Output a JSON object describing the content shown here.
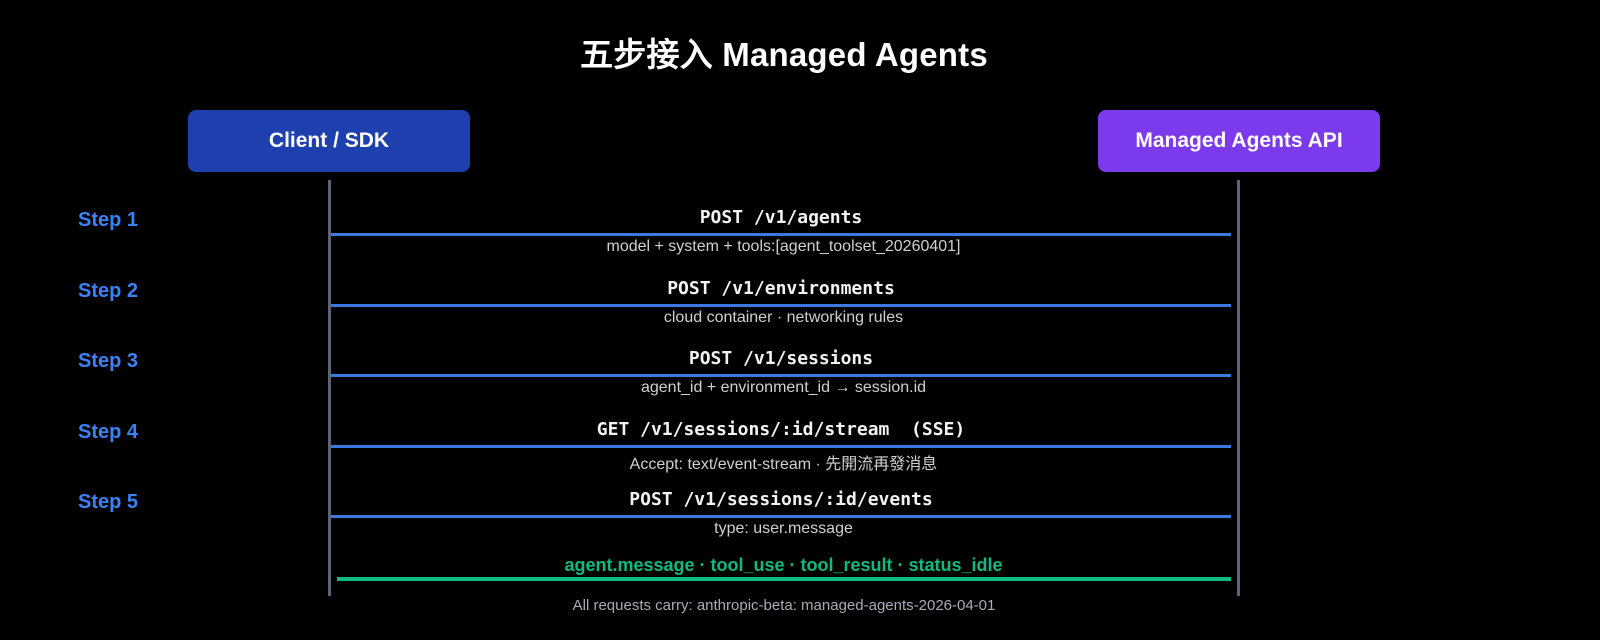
{
  "title": "五步接入 Managed Agents",
  "colors": {
    "background": "#000000",
    "client_box": "#1e40af",
    "api_box": "#7c3aed",
    "step_label": "#3b82f6",
    "request_line": "#3b78e0",
    "response_line": "#10b981",
    "lifeline": "#5b6478"
  },
  "actors": {
    "client": "Client / SDK",
    "api": "Managed Agents API"
  },
  "steps": [
    {
      "label": "Step 1",
      "endpoint": "POST /v1/agents",
      "description": "model + system + tools:[agent_toolset_20260401]"
    },
    {
      "label": "Step 2",
      "endpoint": "POST /v1/environments",
      "description": "cloud container · networking rules"
    },
    {
      "label": "Step 3",
      "endpoint": "POST /v1/sessions",
      "description": "agent_id + environment_id → session.id"
    },
    {
      "label": "Step 4",
      "endpoint": "GET /v1/sessions/:id/stream  (SSE)",
      "description": "Accept: text/event-stream · 先開流再發消息"
    },
    {
      "label": "Step 5",
      "endpoint": "POST /v1/sessions/:id/events",
      "description": "type: user.message"
    }
  ],
  "response_events": "agent.message · tool_use · tool_result · status_idle",
  "footer": "All requests carry: anthropic-beta: managed-agents-2026-04-01"
}
